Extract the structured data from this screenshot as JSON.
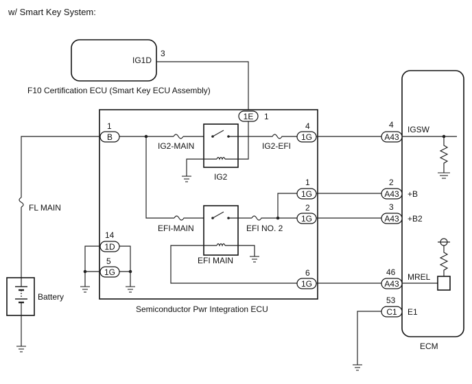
{
  "title": "w/ Smart Key System:",
  "cert_ecu": {
    "pin_label": "IG1D",
    "pin_number": "3",
    "caption": "F10  Certification ECU (Smart Key ECU Assembly)"
  },
  "spi_ecu": {
    "caption": "Semiconductor Pwr Integration ECU",
    "conn_1e": "1E",
    "pin_1e": "1",
    "conn_b": "B",
    "pin_b": "1",
    "conn_1g_top": "1G",
    "pin_1g_top": "4",
    "conn_1g_b": "1G",
    "pin_1g_b": "1",
    "conn_1g_b2": "1G",
    "pin_1g_b2": "2",
    "conn_1g_mrel": "1G",
    "pin_1g_mrel": "6",
    "conn_1d": "1D",
    "pin_1d": "14",
    "conn_1g_gnd": "1G",
    "pin_1g_gnd": "5",
    "labels": {
      "ig2_main": "IG2-MAIN",
      "ig2_efi": "IG2-EFI",
      "ig2": "IG2",
      "efi_main_fuse": "EFI-MAIN",
      "efi_no2": "EFI NO. 2",
      "efi_main_relay": "EFI MAIN"
    }
  },
  "battery": {
    "fuse_label": "FL MAIN",
    "label": "Battery"
  },
  "ecm": {
    "caption": "ECM",
    "conn_igsw": "A43",
    "pin_igsw": "4",
    "name_igsw": "IGSW",
    "conn_b": "A43",
    "pin_b": "2",
    "name_b": "+B",
    "conn_b2": "A43",
    "pin_b2": "3",
    "name_b2": "+B2",
    "conn_mrel": "A43",
    "pin_mrel": "46",
    "name_mrel": "MREL",
    "conn_e1": "C1",
    "pin_e1": "53",
    "name_e1": "E1"
  }
}
